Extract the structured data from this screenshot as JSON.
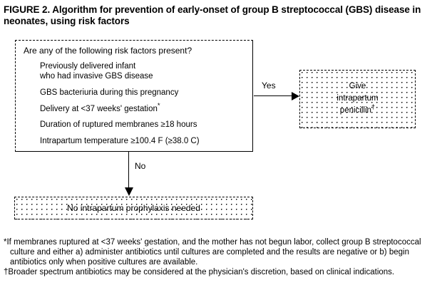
{
  "figure": {
    "title": "FIGURE 2. Algorithm for prevention of early-onset of group B streptococcal (GBS) disease in neonates, using risk factors"
  },
  "decision": {
    "question": "Are any of the following risk factors present?",
    "risk_factors": [
      {
        "line1": "Previously delivered infant",
        "line2": "who had invasive GBS disease"
      },
      {
        "line1": "GBS bacteriuria during this pregnancy",
        "line2": ""
      },
      {
        "line1": "Delivery at <37 weeks' gestation",
        "marker": "*",
        "line2": ""
      },
      {
        "line1": "Duration of ruptured membranes ≥18 hours",
        "line2": ""
      },
      {
        "line1": "Intrapartum temperature ≥100.4 F (≥38.0 C)",
        "line2": ""
      }
    ]
  },
  "branches": {
    "yes_label": "Yes",
    "no_label": "No"
  },
  "outcomes": {
    "yes_box": {
      "line1": "Give",
      "line2": "intrapartum",
      "line3": "penicillin",
      "marker": "†"
    },
    "no_box": {
      "text": "No intrapartum prophylaxis needed"
    }
  },
  "footnotes": [
    {
      "marker": "*",
      "text": "If membranes ruptured at <37 weeks' gestation, and the mother has not begun labor, collect group B streptococcal culture and either a) administer antibiotics until cultures are completed and the results are negative or b) begin antibiotics only when positive cultures are available."
    },
    {
      "marker": "†",
      "text": "Broader spectrum antibiotics may be considered at the physician's discretion, based on clinical indications."
    }
  ],
  "colors": {
    "ink": "#000000",
    "background": "#ffffff"
  }
}
